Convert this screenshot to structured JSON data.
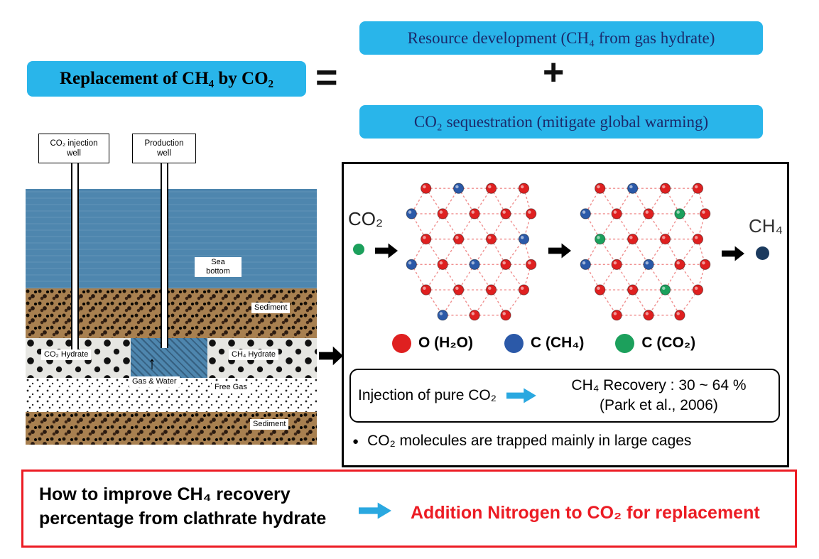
{
  "colors": {
    "cyan": "#29b5ea",
    "arrow_cyan": "#2aa8e0",
    "red": "#ec1c24",
    "navy_text": "#1b2a6b",
    "atom_red": "#df2020",
    "atom_blue": "#2b59a8",
    "atom_green": "#1ca05c",
    "atom_navy": "#1b3a5e",
    "sea": "#4e86ae"
  },
  "header": {
    "title": "Replacement of CH₄ by CO₂",
    "equals": "=",
    "plus": "+",
    "box1": "Resource development (CH₄ from gas hydrate)",
    "box2": "CO₂ sequestration (mitigate global warming)"
  },
  "geo": {
    "injection_well_line1": "CO₂ injection",
    "injection_well_line2": "well",
    "production_well_line1": "Production",
    "production_well_line2": "well",
    "sea_bottom_line1": "Sea",
    "sea_bottom_line2": "bottom",
    "sediment_top": "Sediment",
    "co2_hydrate": "CO₂ Hydrate",
    "gas_water": "Gas & Water",
    "gas_water_arrow": "↑",
    "ch4_hydrate": "CH₄ Hydrate",
    "free_gas": "Free Gas",
    "sediment_bottom": "Sediment"
  },
  "molecular": {
    "co2_label": "CO₂",
    "ch4_label": "CH₄",
    "legend": [
      {
        "label": "O (H₂O)",
        "color": "atom_red"
      },
      {
        "label": "C (CH₄)",
        "color": "atom_blue"
      },
      {
        "label": "C (CO₂)",
        "color": "atom_green"
      }
    ],
    "injection_label": "Injection of pure CO₂",
    "recovery_line1": "CH₄ Recovery : 30 ~ 64 %",
    "recovery_line2": "(Park et al., 2006)",
    "bullet_marker": "●",
    "bullet_text": "CO₂ molecules are trapped mainly in large cages"
  },
  "bottom": {
    "question_line1": "How to improve CH₄ recovery",
    "question_line2": "percentage from clathrate hydrate",
    "answer": "Addition Nitrogen to CO₂ for replacement"
  }
}
